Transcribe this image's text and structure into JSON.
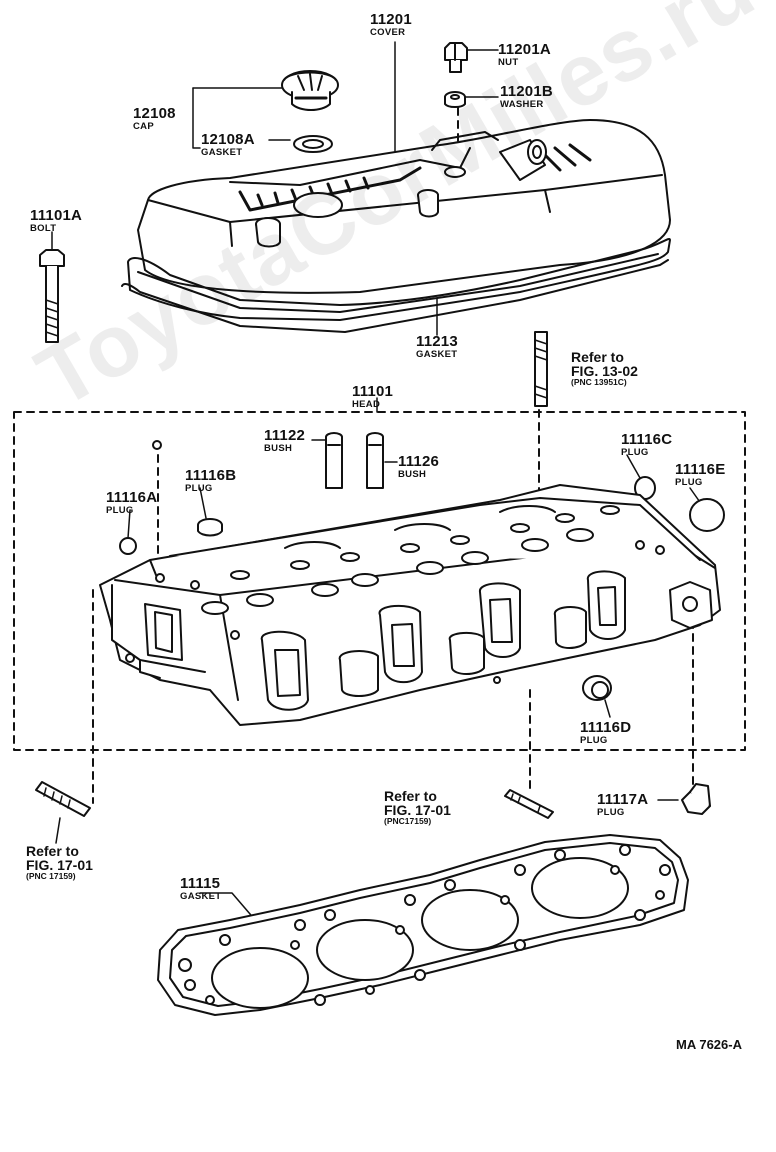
{
  "watermark": "ToyotaCorMilles.ru",
  "drawing_code": "MA 7626-A",
  "parts": [
    {
      "id": "cover",
      "number": "11201",
      "name": "COVER"
    },
    {
      "id": "nut",
      "number": "11201A",
      "name": "NUT"
    },
    {
      "id": "washer",
      "number": "11201B",
      "name": "WASHER"
    },
    {
      "id": "cap",
      "number": "12108",
      "name": "CAP"
    },
    {
      "id": "cap-gasket",
      "number": "12108A",
      "name": "GASKET"
    },
    {
      "id": "bolt",
      "number": "11101A",
      "name": "BOLT"
    },
    {
      "id": "cover-gasket",
      "number": "11213",
      "name": "GASKET"
    },
    {
      "id": "head",
      "number": "11101",
      "name": "HEAD"
    },
    {
      "id": "bush-1",
      "number": "11122",
      "name": "BUSH"
    },
    {
      "id": "bush-2",
      "number": "11126",
      "name": "BUSH"
    },
    {
      "id": "plug-c",
      "number": "11116C",
      "name": "PLUG"
    },
    {
      "id": "plug-e",
      "number": "11116E",
      "name": "PLUG"
    },
    {
      "id": "plug-b",
      "number": "11116B",
      "name": "PLUG"
    },
    {
      "id": "plug-a",
      "number": "11116A",
      "name": "PLUG"
    },
    {
      "id": "plug-d",
      "number": "11116D",
      "name": "PLUG"
    },
    {
      "id": "plug-17a",
      "number": "11117A",
      "name": "PLUG"
    },
    {
      "id": "head-gasket",
      "number": "11115",
      "name": "GASKET"
    }
  ],
  "references": [
    {
      "id": "ref-13-02",
      "title": "Refer to",
      "fig": "FIG. 13-02",
      "pnc": "(PNC 13951C)"
    },
    {
      "id": "ref-17-01-mid",
      "title": "Refer to",
      "fig": "FIG. 17-01",
      "pnc": "(PNC17159)"
    },
    {
      "id": "ref-17-01-left",
      "title": "Refer to",
      "fig": "FIG. 17-01",
      "pnc": "(PNC 17159)"
    }
  ]
}
